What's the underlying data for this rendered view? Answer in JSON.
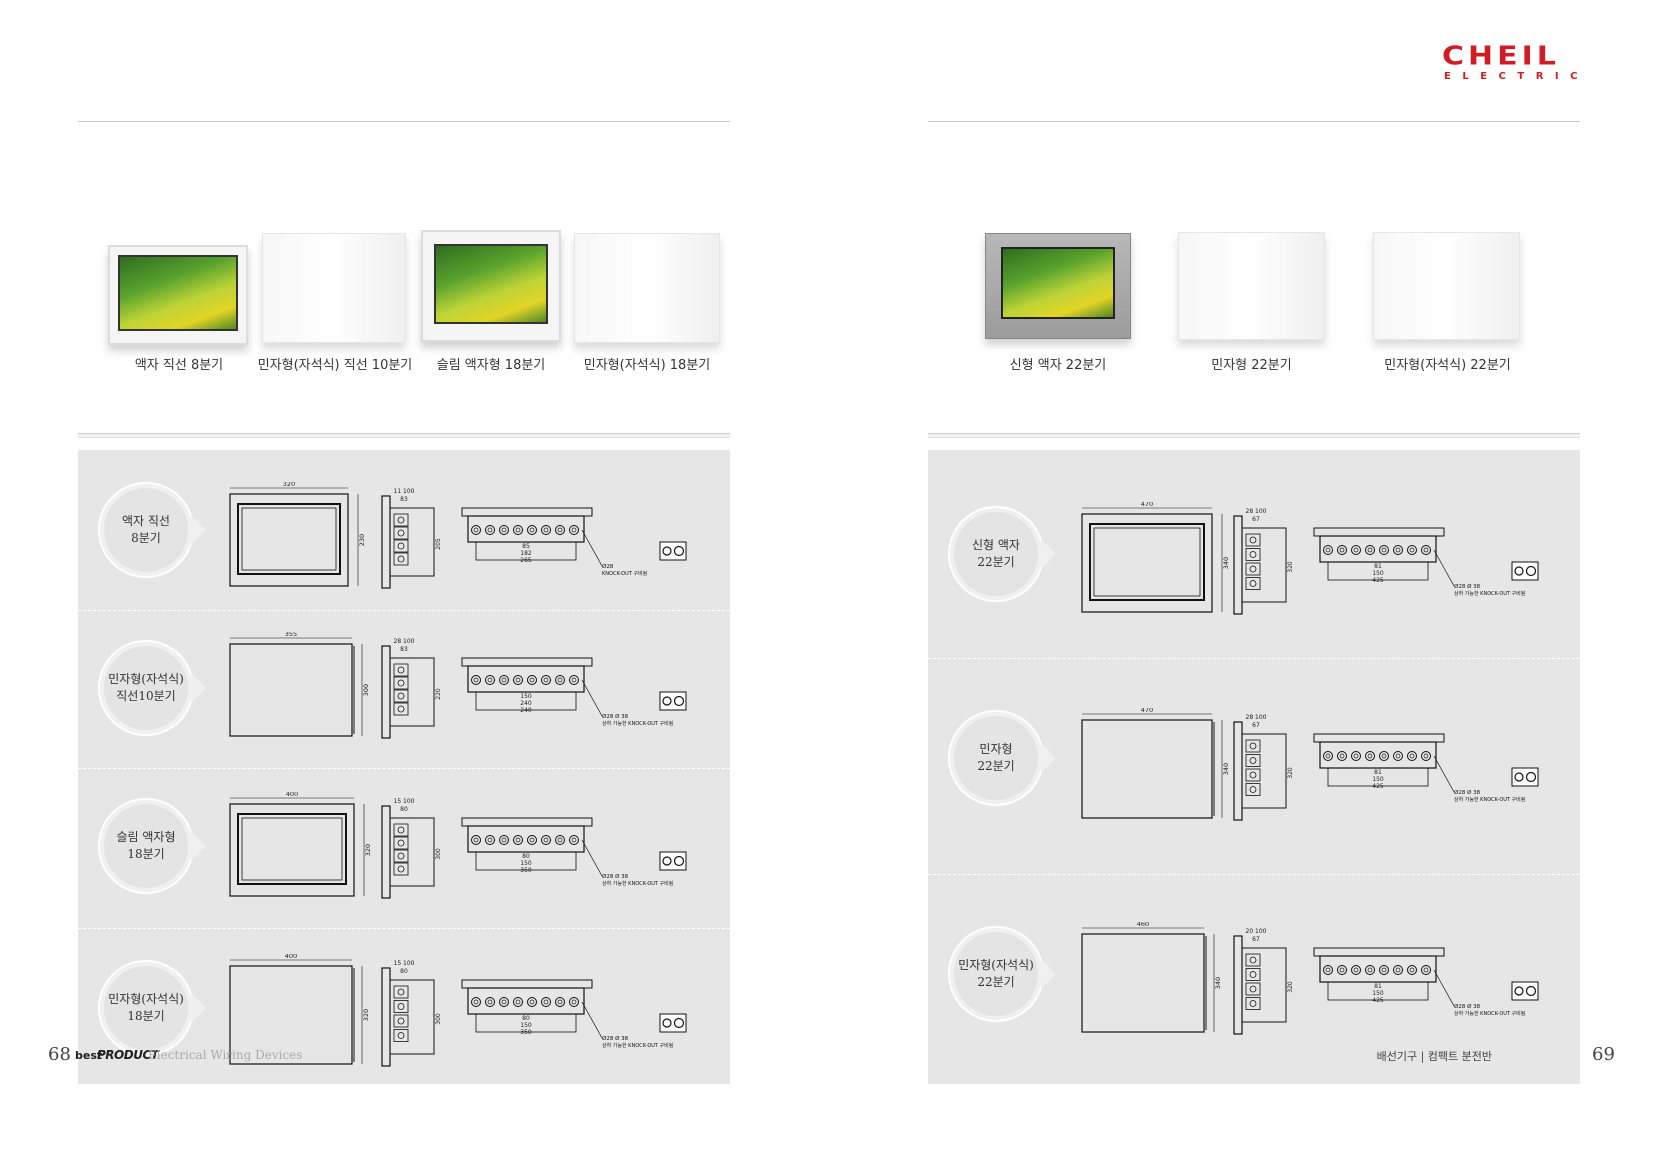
{
  "brand": {
    "name": "CHEIL",
    "sub": "ELECTRIC",
    "color": "#d21c24"
  },
  "left_page": {
    "products": [
      {
        "caption": "액자 직선 8분기",
        "image": "framed-panel-photo"
      },
      {
        "caption": "민자형(자석식) 직선 10분기",
        "image": "plain-panel"
      },
      {
        "caption": "슬림 액자형 18분기",
        "image": "framed-panel-photo"
      },
      {
        "caption": "민자형(자석식) 18분기",
        "image": "plain-panel"
      }
    ],
    "rows": [
      {
        "badge": "액자 직선\n8분기",
        "dims": {
          "width": "320",
          "height": "230",
          "side_top": "11 100",
          "side_sub": "83",
          "side_h": "205",
          "b1": "85",
          "b2": "182",
          "b3": "265",
          "ko": "Ø28",
          "ko_note": "KNOCK-OUT 구비됨"
        }
      },
      {
        "badge": "민자형(자석식)\n직선10분기",
        "dims": {
          "width": "355",
          "height": "300",
          "side_top": "28 100",
          "side_sub": "83",
          "side_h": "220",
          "b1": "150",
          "b2": "240",
          "b3": "240",
          "ko": "Ø28 Ø 38",
          "ko_note": "상하 가능한 KNOCK-OUT 구비됨"
        }
      },
      {
        "badge": "슬림 액자형\n18분기",
        "dims": {
          "width": "400",
          "height": "320",
          "side_top": "15 100",
          "side_sub": "80",
          "side_h": "300",
          "b1": "80",
          "b2": "150",
          "b3": "350",
          "ko": "Ø28 Ø 38",
          "ko_note": "상하 가능한 KNOCK-OUT 구비됨"
        }
      },
      {
        "badge": "민자형(자석식)\n18분기",
        "dims": {
          "width": "400",
          "height": "320",
          "side_top": "15 100",
          "side_sub": "80",
          "side_h": "300",
          "b1": "80",
          "b2": "150",
          "b3": "350",
          "ko": "Ø28 Ø 38",
          "ko_note": "상하 가능한 KNOCK-OUT 구비됨"
        }
      }
    ],
    "page_number": "68",
    "footer": {
      "best": "best",
      "product": "PRODUCT",
      "title": "Electrical Wiring Devices"
    }
  },
  "right_page": {
    "products": [
      {
        "caption": "신형 액자 22분기",
        "image": "silver-framed-panel-photo"
      },
      {
        "caption": "민자형 22분기",
        "image": "plain-panel"
      },
      {
        "caption": "민자형(자석식) 22분기",
        "image": "plain-panel"
      }
    ],
    "rows": [
      {
        "badge": "신형 액자\n22분기",
        "dims": {
          "width": "470",
          "height": "340",
          "side_top": "28 100",
          "side_sub": "67",
          "side_h": "320",
          "b1": "81",
          "b2": "150",
          "b3": "425",
          "ko": "Ø28 Ø 38",
          "ko_note": "상하 가능한 KNOCK-OUT 구비됨"
        }
      },
      {
        "badge": "민자형\n22분기",
        "dims": {
          "width": "470",
          "height": "340",
          "side_top": "28 100",
          "side_sub": "67",
          "side_h": "320",
          "b1": "81",
          "b2": "150",
          "b3": "425",
          "ko": "Ø28 Ø 38",
          "ko_note": "상하 가능한 KNOCK-OUT 구비됨"
        }
      },
      {
        "badge": "민자형(자석식)\n22분기",
        "dims": {
          "width": "460",
          "height": "340",
          "side_top": "20 100",
          "side_sub": "67",
          "side_h": "320",
          "b1": "81",
          "b2": "150",
          "b3": "425",
          "ko": "Ø28 Ø 38",
          "ko_note": "상하 가능한 KNOCK-OUT 구비됨"
        }
      }
    ],
    "page_number": "69",
    "footer": {
      "text": "배선기구 | 컴팩트 분전반"
    }
  }
}
